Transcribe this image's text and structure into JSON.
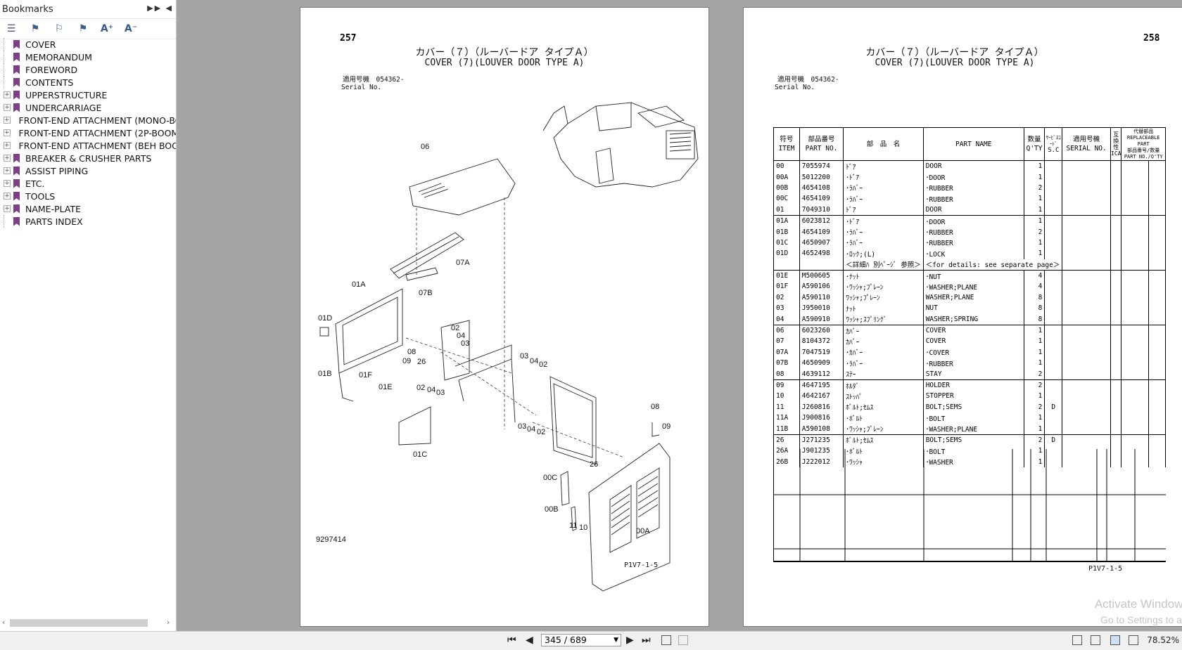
{
  "sidebar": {
    "title": "Bookmarks",
    "header_controls": "▶▶ ◀",
    "items": [
      {
        "label": "COVER",
        "expandable": false
      },
      {
        "label": "MEMORANDUM",
        "expandable": false
      },
      {
        "label": "FOREWORD",
        "expandable": false
      },
      {
        "label": "CONTENTS",
        "expandable": false
      },
      {
        "label": "UPPERSTRUCTURE",
        "expandable": true
      },
      {
        "label": "UNDERCARRIAGE",
        "expandable": true
      },
      {
        "label": "FRONT-END ATTACHMENT (MONO-BO",
        "expandable": true
      },
      {
        "label": "FRONT-END ATTACHMENT (2P-BOOM",
        "expandable": true
      },
      {
        "label": "FRONT-END ATTACHMENT (BEH BOO",
        "expandable": true
      },
      {
        "label": "BREAKER & CRUSHER PARTS",
        "expandable": true
      },
      {
        "label": "ASSIST PIPING",
        "expandable": true
      },
      {
        "label": "ETC.",
        "expandable": true
      },
      {
        "label": "TOOLS",
        "expandable": true
      },
      {
        "label": "NAME-PLATE",
        "expandable": true
      },
      {
        "label": "PARTS INDEX",
        "expandable": false
      }
    ]
  },
  "left_page": {
    "page_number": "257",
    "title_jp": "カバー（７）（ルーバードア タイプＡ）",
    "title_en": "COVER (7)(LOUVER DOOR TYPE A)",
    "serial_jp": "適用号機　054362-",
    "serial_en": "Serial No.",
    "drawing_no": "9297414",
    "footer_code": "P1V7-1-5",
    "callouts": [
      "06",
      "07A",
      "07B",
      "01A",
      "01D",
      "01B",
      "01F",
      "01E",
      "08",
      "09",
      "26",
      "02",
      "04",
      "03",
      "02",
      "04",
      "03",
      "03",
      "04",
      "02",
      "03",
      "04",
      "02",
      "08",
      "09",
      "26",
      "00C",
      "00B",
      "11",
      "10",
      "00A",
      "01C"
    ]
  },
  "right_page": {
    "page_number": "258",
    "title_jp": "カバー（７）（ルーバードア タイプＡ）",
    "title_en": "COVER (7)(LOUVER DOOR TYPE A)",
    "serial_jp": "適用号機　054362-",
    "serial_en": "Serial No.",
    "footer_code": "P1V7-1-5",
    "table_headers": {
      "item_jp": "符号",
      "item_en": "ITEM",
      "partno_jp": "部品番号",
      "partno_en": "PART NO.",
      "name_jp": "部　品　名",
      "name_en": "PART NAME",
      "qty_jp": "数量",
      "qty_en": "Q'TY",
      "sc_jp": "ｻｰﾋﾞｽｺｰﾄﾞ",
      "sc_en": "S.C",
      "serial_jp": "適用号機",
      "serial_en": "SERIAL NO.",
      "ica_jp": "互換性",
      "ica_en": "ICA",
      "rep_jp": "代替部品",
      "rep_en": "REPLACEABLE PART",
      "rep_pn_jp": "部品番号",
      "rep_pn_en": "PART NO.",
      "rep_qty_jp": "数量",
      "rep_qty_en": "Q'TY"
    },
    "rows": [
      {
        "item": "00",
        "part": "7055974",
        "jp": "ﾄﾞｱ",
        "en": "DOOR",
        "qty": "1",
        "sc": "",
        "grp": false
      },
      {
        "item": "00A",
        "part": "5012200",
        "jp": "･ﾄﾞｱ",
        "en": "･DOOR",
        "qty": "1",
        "sc": "",
        "grp": false
      },
      {
        "item": "00B",
        "part": "4654108",
        "jp": "･ﾗﾊﾞｰ",
        "en": "･RUBBER",
        "qty": "2",
        "sc": "",
        "grp": false
      },
      {
        "item": "00C",
        "part": "4654109",
        "jp": "･ﾗﾊﾞｰ",
        "en": "･RUBBER",
        "qty": "1",
        "sc": "",
        "grp": false
      },
      {
        "item": "01",
        "part": "7049310",
        "jp": "ﾄﾞｱ",
        "en": "DOOR",
        "qty": "1",
        "sc": "",
        "grp": false
      },
      {
        "item": "01A",
        "part": "6023812",
        "jp": "･ﾄﾞｱ",
        "en": "･DOOR",
        "qty": "1",
        "sc": "",
        "grp": true
      },
      {
        "item": "01B",
        "part": "4654109",
        "jp": "･ﾗﾊﾞｰ",
        "en": "･RUBBER",
        "qty": "2",
        "sc": "",
        "grp": false
      },
      {
        "item": "01C",
        "part": "4650907",
        "jp": "･ﾗﾊﾞｰ",
        "en": "･RUBBER",
        "qty": "1",
        "sc": "",
        "grp": false
      },
      {
        "item": "01D",
        "part": "4652498",
        "jp": "･ﾛｯｸ;(L)",
        "en": "･LOCK",
        "qty": "1",
        "sc": "",
        "grp": false
      },
      {
        "item": "",
        "part": "",
        "jp": "＜詳細ﾊ 別ﾍﾟｰｼﾞ 参照＞",
        "en": "＜for details: see separate page＞",
        "qty": "",
        "sc": "",
        "grp": false,
        "note": true
      },
      {
        "item": "01E",
        "part": "M500605",
        "jp": "･ﾅｯﾄ",
        "en": "･NUT",
        "qty": "4",
        "sc": "",
        "grp": true
      },
      {
        "item": "01F",
        "part": "A590106",
        "jp": "･ﾜｯｼｬ;ﾌﾟﾚｰﾝ",
        "en": "･WASHER;PLANE",
        "qty": "4",
        "sc": "",
        "grp": false
      },
      {
        "item": "02",
        "part": "A590110",
        "jp": "ﾜｯｼｬ;ﾌﾟﾚｰﾝ",
        "en": "WASHER;PLANE",
        "qty": "8",
        "sc": "",
        "grp": false
      },
      {
        "item": "03",
        "part": "J950010",
        "jp": "ﾅｯﾄ",
        "en": "NUT",
        "qty": "8",
        "sc": "",
        "grp": false
      },
      {
        "item": "04",
        "part": "A590910",
        "jp": "ﾜｯｼｬ;ｽﾌﾟﾘﾝｸﾞ",
        "en": "WASHER;SPRING",
        "qty": "8",
        "sc": "",
        "grp": false
      },
      {
        "item": "06",
        "part": "6023260",
        "jp": "ｶﾊﾞｰ",
        "en": "COVER",
        "qty": "1",
        "sc": "",
        "grp": true
      },
      {
        "item": "07",
        "part": "8104372",
        "jp": "ｶﾊﾞｰ",
        "en": "COVER",
        "qty": "1",
        "sc": "",
        "grp": false
      },
      {
        "item": "07A",
        "part": "7047519",
        "jp": "･ｶﾊﾞｰ",
        "en": "･COVER",
        "qty": "1",
        "sc": "",
        "grp": false
      },
      {
        "item": "07B",
        "part": "4650909",
        "jp": "･ﾗﾊﾞｰ",
        "en": "･RUBBER",
        "qty": "1",
        "sc": "",
        "grp": false
      },
      {
        "item": "08",
        "part": "4639112",
        "jp": "ｽﾃｰ",
        "en": "STAY",
        "qty": "2",
        "sc": "",
        "grp": false
      },
      {
        "item": "09",
        "part": "4647195",
        "jp": "ﾎﾙﾀﾞ",
        "en": "HOLDER",
        "qty": "2",
        "sc": "",
        "grp": true
      },
      {
        "item": "10",
        "part": "4642167",
        "jp": "ｽﾄｯﾊﾟ",
        "en": "STOPPER",
        "qty": "1",
        "sc": "",
        "grp": false
      },
      {
        "item": "11",
        "part": "J260816",
        "jp": "ﾎﾞﾙﾄ;ｾﾑｽ",
        "en": "BOLT;SEMS",
        "qty": "2",
        "sc": "D",
        "grp": false
      },
      {
        "item": "11A",
        "part": "J900816",
        "jp": "･ﾎﾞﾙﾄ",
        "en": "･BOLT",
        "qty": "1",
        "sc": "",
        "grp": false
      },
      {
        "item": "11B",
        "part": "A590108",
        "jp": "･ﾜｯｼｬ;ﾌﾟﾚｰﾝ",
        "en": "･WASHER;PLANE",
        "qty": "1",
        "sc": "",
        "grp": false
      },
      {
        "item": "26",
        "part": "J271235",
        "jp": "ﾎﾞﾙﾄ;ｾﾑｽ",
        "en": "BOLT;SEMS",
        "qty": "2",
        "sc": "D",
        "grp": true
      },
      {
        "item": "26A",
        "part": "J901235",
        "jp": "･ﾎﾞﾙﾄ",
        "en": "･BOLT",
        "qty": "1",
        "sc": "",
        "grp": false
      },
      {
        "item": "26B",
        "part": "J222012",
        "jp": "･ﾜｯｼｬ",
        "en": "･WASHER",
        "qty": "1",
        "sc": "",
        "grp": false
      }
    ]
  },
  "bottombar": {
    "page_indicator": "345 / 689",
    "zoom": "78.52%",
    "first_icon": "first-page-icon",
    "prev_icon": "prev-page-icon",
    "next_icon": "next-page-icon",
    "last_icon": "last-page-icon"
  },
  "watermark": {
    "line1": "Activate Windows",
    "line2": "Go to Settings to a"
  }
}
